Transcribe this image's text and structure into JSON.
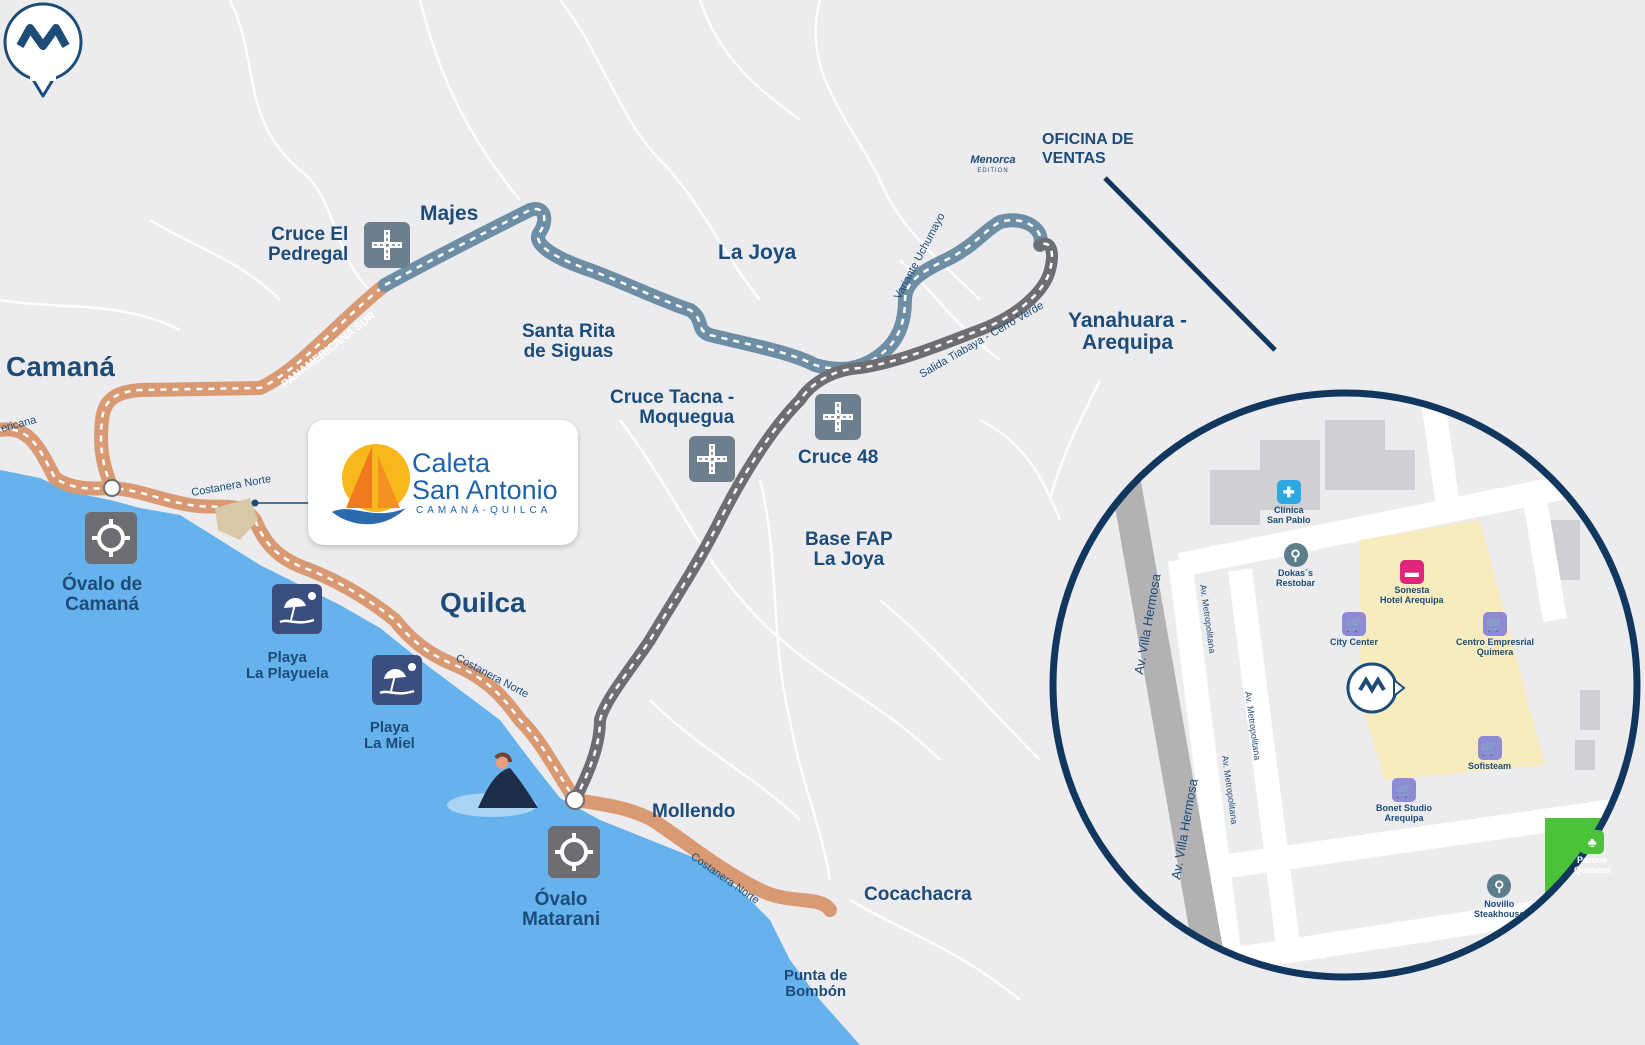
{
  "places": {
    "camana": "Camaná",
    "majes": "Majes",
    "cruce_pedregal": [
      "Cruce El",
      "Pedregal"
    ],
    "la_joya": "La Joya",
    "santa_rita": [
      "Santa Rita",
      "de Siguas"
    ],
    "cruce_tacna": [
      "Cruce Tacna -",
      "Moquegua"
    ],
    "cruce_48": "Cruce 48",
    "yanahuara": [
      "Yanahuara -",
      "Arequipa"
    ],
    "base_fap": [
      "Base FAP",
      "La Joya"
    ],
    "quilca": "Quilca",
    "ovalo_camana": [
      "Óvalo de",
      "Camaná"
    ],
    "playa_playuela": [
      "Playa",
      "La Playuela"
    ],
    "playa_miel": [
      "Playa",
      "La Miel"
    ],
    "ovalo_matarani": [
      "Óvalo",
      "Matarani"
    ],
    "mollendo": "Mollendo",
    "cocachacra": "Cocachacra",
    "punta_bombon": [
      "Punta de",
      "Bombón"
    ]
  },
  "roads": {
    "panamericana": "PANAMERICANA SUR",
    "panamericana_edge": "ericana",
    "costanera_1": "Costanera Norte",
    "costanera_2": "Costanera Norte",
    "costanera_3": "Costanera Norte",
    "variante": "Variante Uchumayo",
    "salida": "Salida Tiabaya - Cerro Verde"
  },
  "logo": {
    "title_1": "Caleta",
    "title_2": "San Antonio",
    "subtitle": "CAMANÁ-QUILCA"
  },
  "menorca": {
    "brand": "Menorca",
    "edition": "EDITION",
    "sales_1": "OFICINA DE",
    "sales_2": "VENTAS"
  },
  "inset": {
    "avenues": {
      "villa_1": "Av. Villa Hermosa",
      "villa_2": "Av. Villa Hermosa",
      "metro_1": "Av. Metropolitana",
      "metro_2": "Av. Metropolitana",
      "metro_3": "Av. Metropolitana"
    },
    "pois": [
      {
        "name": "Clínica\nSan Pablo",
        "icon": "medical-cross-icon",
        "color": "#2aa8e0"
      },
      {
        "name": "Dokas´s\nRestobar",
        "icon": "restaurant-icon",
        "color": "#5b7d8c"
      },
      {
        "name": "Sonesta\nHotel Arequipa",
        "icon": "bed-icon",
        "color": "#e0267a"
      },
      {
        "name": "City Center",
        "icon": "shopping-cart-icon",
        "color": "#8d8bd6"
      },
      {
        "name": "Centro Empresrial\nQuimera",
        "icon": "shopping-cart-icon",
        "color": "#8d8bd6"
      },
      {
        "name": "Sofisteam",
        "icon": "shopping-cart-icon",
        "color": "#8d8bd6"
      },
      {
        "name": "Bonet Studio\nArequipa",
        "icon": "shopping-cart-icon",
        "color": "#8d8bd6"
      },
      {
        "name": "Novillo\nSteakhouse",
        "icon": "restaurant-icon",
        "color": "#5b7d8c"
      },
      {
        "name": "Parque\nQuimera",
        "icon": "park-icon",
        "color": "#4cc23a"
      }
    ]
  },
  "colors": {
    "sea": "#66b2ec",
    "land": "#ececee",
    "label": "#1d4c78",
    "road_coastal": "#d99a73",
    "road_blue": "#6d8ea4",
    "road_gray": "#6e6e72",
    "circle_border": "#12375f"
  }
}
